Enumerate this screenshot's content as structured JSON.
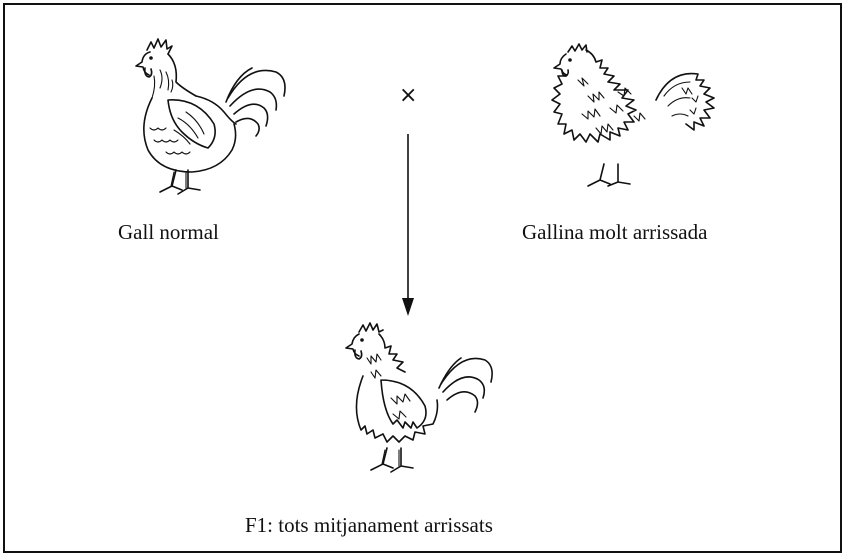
{
  "parents": {
    "male": {
      "label": "Gall normal"
    },
    "female": {
      "label": "Gallina molt arrissada"
    }
  },
  "cross_symbol": "×",
  "offspring": {
    "label": "F1: tots mitjanament arrissats"
  }
}
